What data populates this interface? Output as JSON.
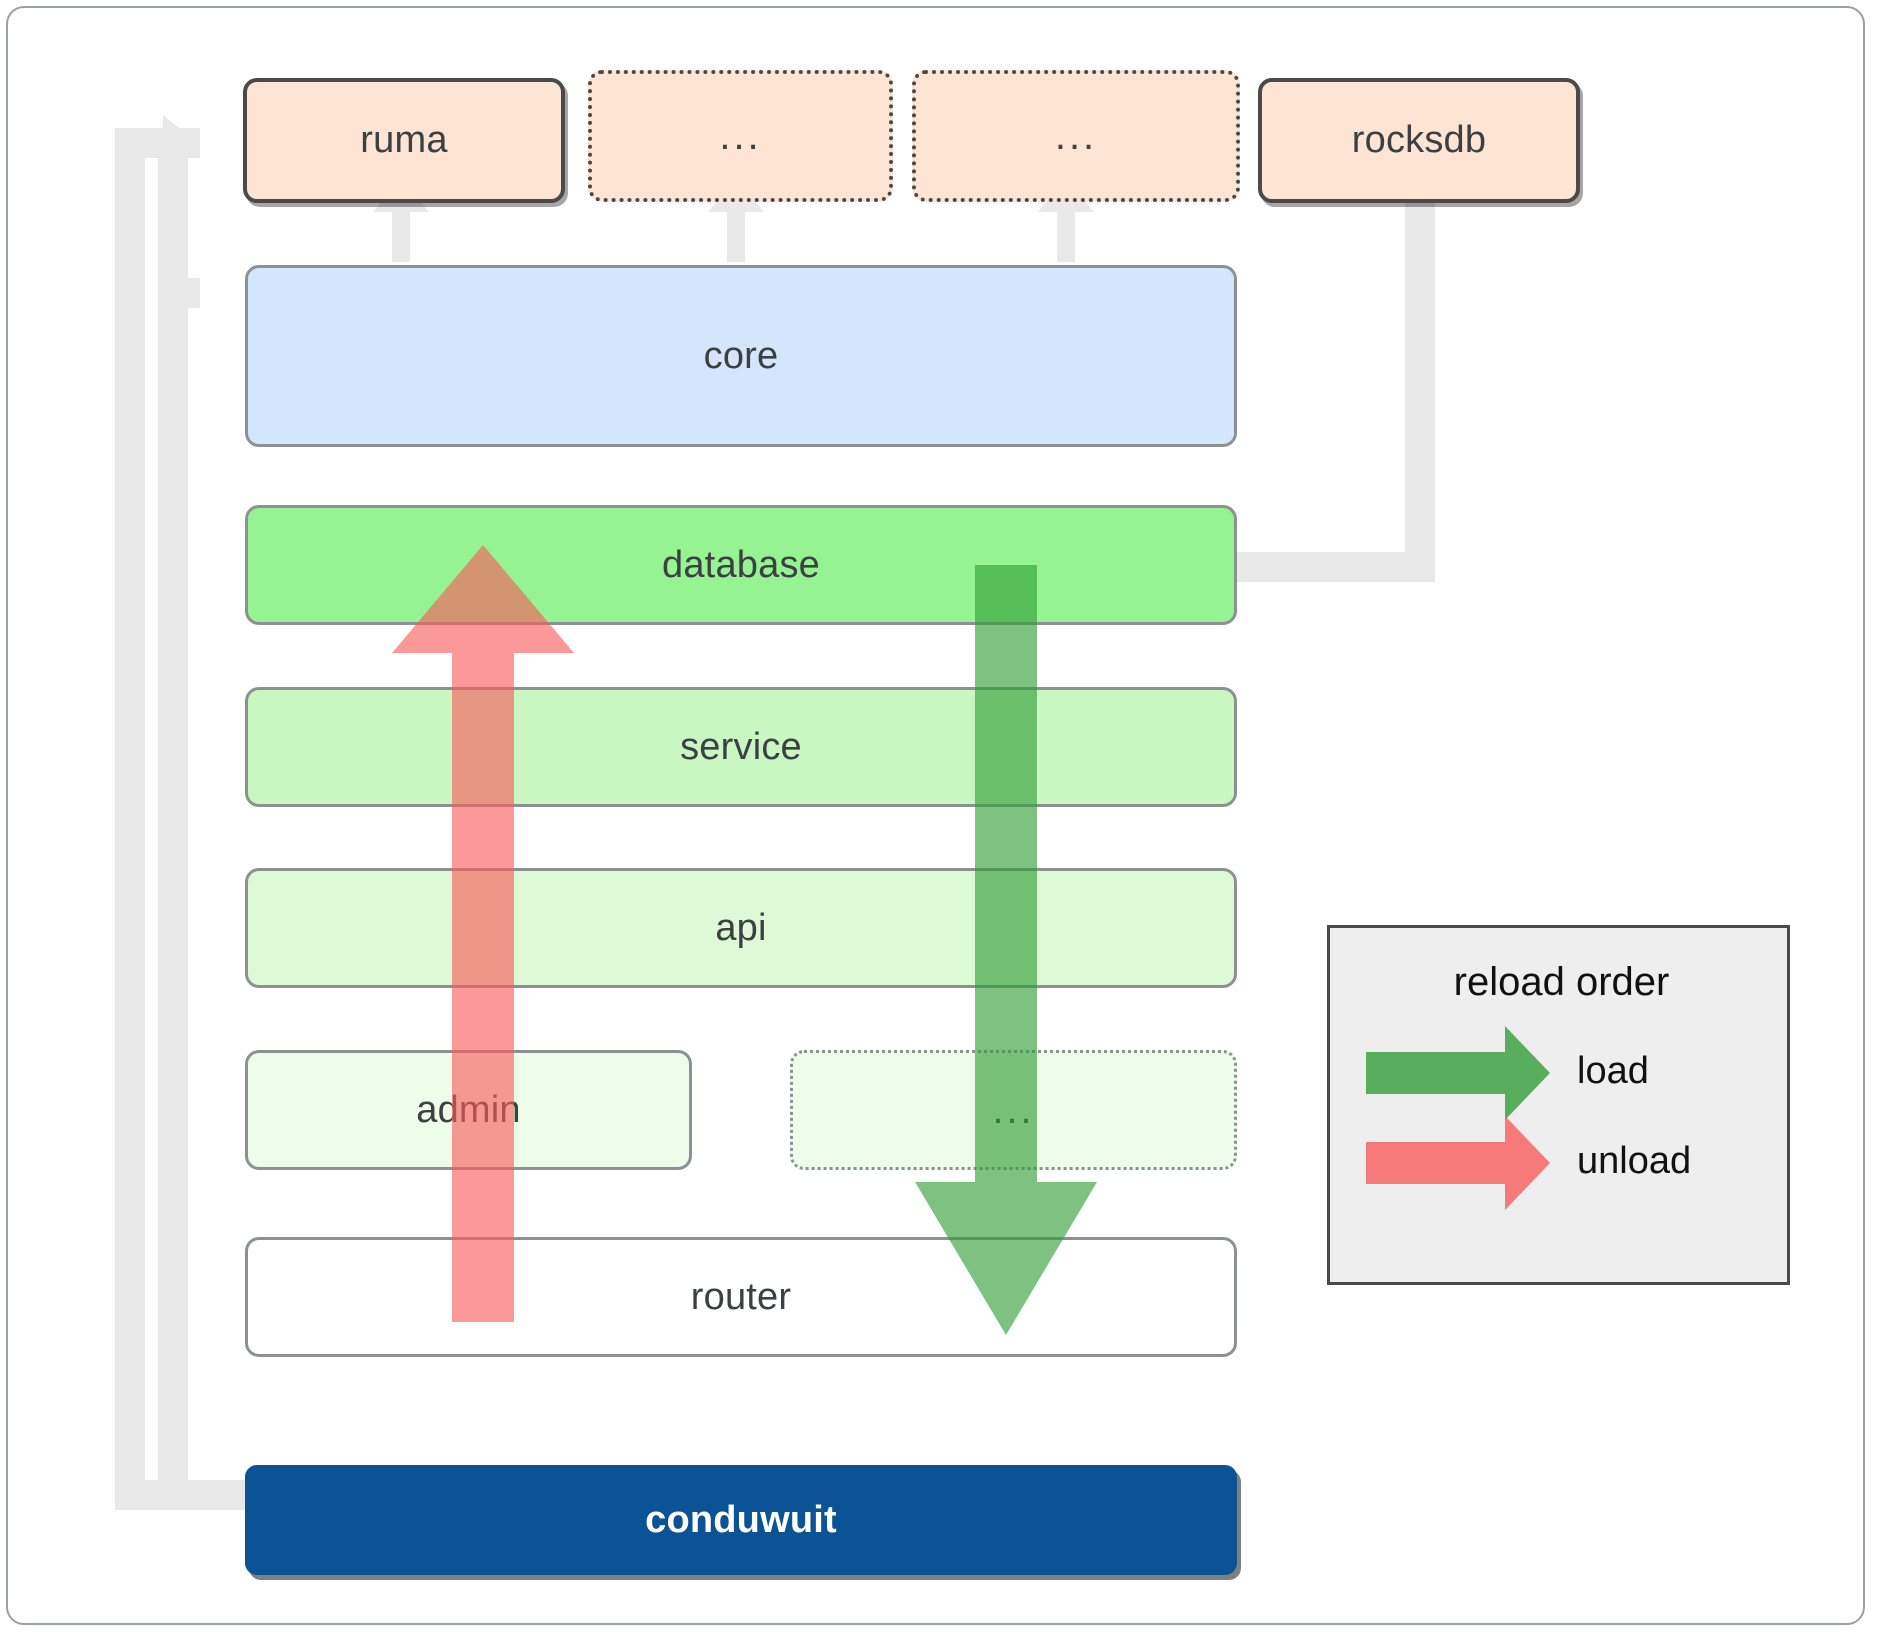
{
  "diagram": {
    "title": "conduwuit crate dependency and reload order diagram",
    "dependencies": [
      {
        "id": "ruma",
        "label": "ruma",
        "style": "solid"
      },
      {
        "id": "dots1",
        "label": "...",
        "style": "dotted"
      },
      {
        "id": "dots2",
        "label": "...",
        "style": "dotted"
      },
      {
        "id": "rocksdb",
        "label": "rocksdb",
        "style": "solid"
      }
    ],
    "layers": [
      {
        "id": "core",
        "label": "core",
        "style": "solid"
      },
      {
        "id": "database",
        "label": "database",
        "style": "solid"
      },
      {
        "id": "service",
        "label": "service",
        "style": "solid"
      },
      {
        "id": "api",
        "label": "api",
        "style": "solid"
      },
      {
        "id": "admin",
        "label": "admin",
        "style": "solid"
      },
      {
        "id": "layerdots",
        "label": "...",
        "style": "dotted"
      },
      {
        "id": "router",
        "label": "router",
        "style": "solid"
      }
    ],
    "application": {
      "id": "conduwuit",
      "label": "conduwuit"
    },
    "legend": {
      "title": "reload order",
      "entries": [
        {
          "id": "load",
          "label": "load",
          "color": "#4caf50"
        },
        {
          "id": "unload",
          "label": "unload",
          "color": "#f98080"
        }
      ]
    },
    "colors": {
      "dependency_fill": "#fde4d3",
      "core_fill": "#d4e6fb",
      "database_fill": "#96f391",
      "service_fill": "#c9f7c2",
      "api_fill": "#ddf9d6",
      "admin_fill": "#edfde9",
      "router_fill": "#ffffff",
      "app_fill": "#0b5394",
      "connector": "#e9e9e9",
      "load_arrow": "#4caf50",
      "unload_arrow": "#f98080",
      "legend_bg": "#eeeeee"
    }
  }
}
